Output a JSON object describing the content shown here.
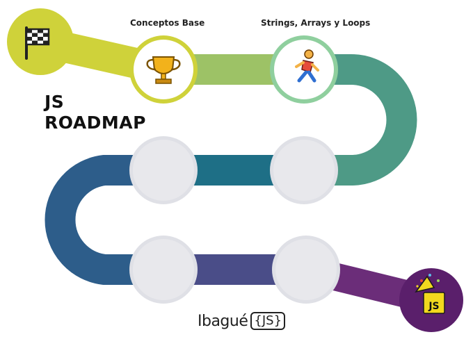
{
  "title": {
    "line1": "JS",
    "line2": "ROADMAP"
  },
  "steps": {
    "start_icon": "checkered-flag-icon",
    "step1": {
      "label": "Conceptos Base",
      "icon": "trophy-icon"
    },
    "step2": {
      "label": "Strings, Arrays y Loops",
      "icon": "runner-icon"
    },
    "end_icon": "js-party-icon"
  },
  "brand": {
    "word": "Ibagué",
    "js": "{JS}"
  },
  "colors": {
    "start": "#cfd23a",
    "seg1": "#b6cf4a",
    "seg2": "#7fb279",
    "seg3": "#3f8f84",
    "seg4": "#1f6f86",
    "seg5": "#2e5f8c",
    "seg6": "#4b4c88",
    "seg7": "#6b2d79",
    "end": "#5a1f6b",
    "node_ring_1": "#cfd23a",
    "node_ring_2": "#8fcf9e",
    "node_empty_fill": "#e6e6ea",
    "js_yellow": "#f2d81e"
  }
}
